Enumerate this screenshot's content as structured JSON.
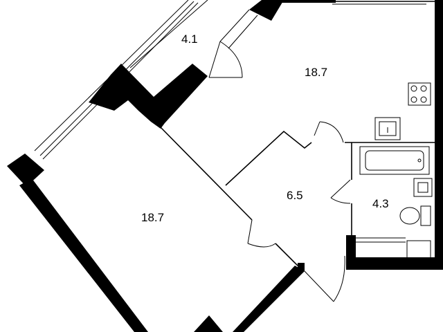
{
  "rooms": [
    {
      "id": "loggia",
      "area": "4.1"
    },
    {
      "id": "kitchen-living",
      "area": "18.7"
    },
    {
      "id": "bedroom",
      "area": "18.7"
    },
    {
      "id": "hallway",
      "area": "6.5"
    },
    {
      "id": "bathroom",
      "area": "4.3"
    }
  ],
  "fixtures": [
    "stove-icon",
    "sink-icon",
    "bathtub-icon",
    "washbasin-icon",
    "toilet-icon"
  ]
}
